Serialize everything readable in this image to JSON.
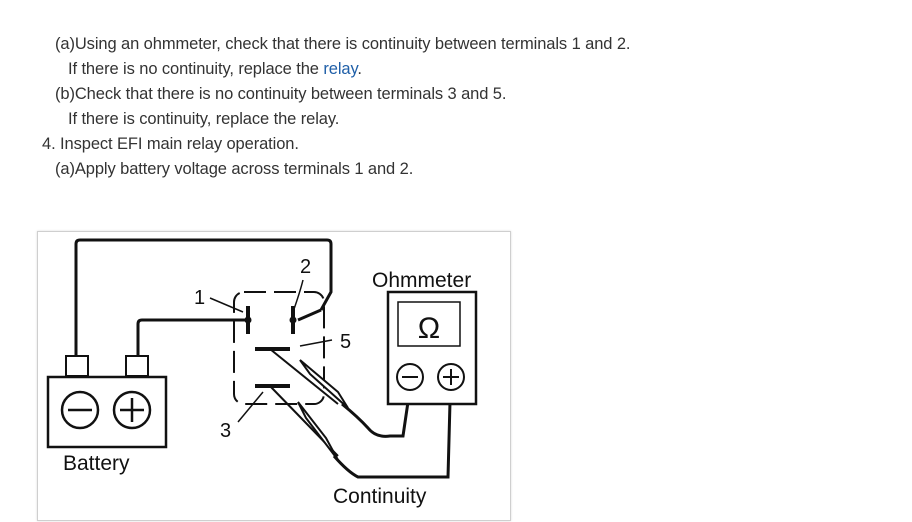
{
  "steps": {
    "line1": "(a)Using an ohmmeter, check that there is continuity between terminals 1 and 2.",
    "line2_prefix": "If there is no continuity, replace the ",
    "line2_link": "relay",
    "line2_suffix": ".",
    "line3": "(b)Check that there is no continuity between terminals 3 and 5.",
    "line4": "If there is continuity, replace the relay.",
    "line5": "4. Inspect EFI main relay operation.",
    "line6": "(a)Apply battery voltage across terminals 1 and 2."
  },
  "figure": {
    "label_terminal_1": "1",
    "label_terminal_2": "2",
    "label_terminal_3": "3",
    "label_terminal_5": "5",
    "label_ohmmeter": "Ohmmeter",
    "label_ohm_symbol": "Ω",
    "label_battery": "Battery",
    "label_continuity": "Continuity",
    "minus_symbol": "−",
    "plus_symbol": "+"
  }
}
